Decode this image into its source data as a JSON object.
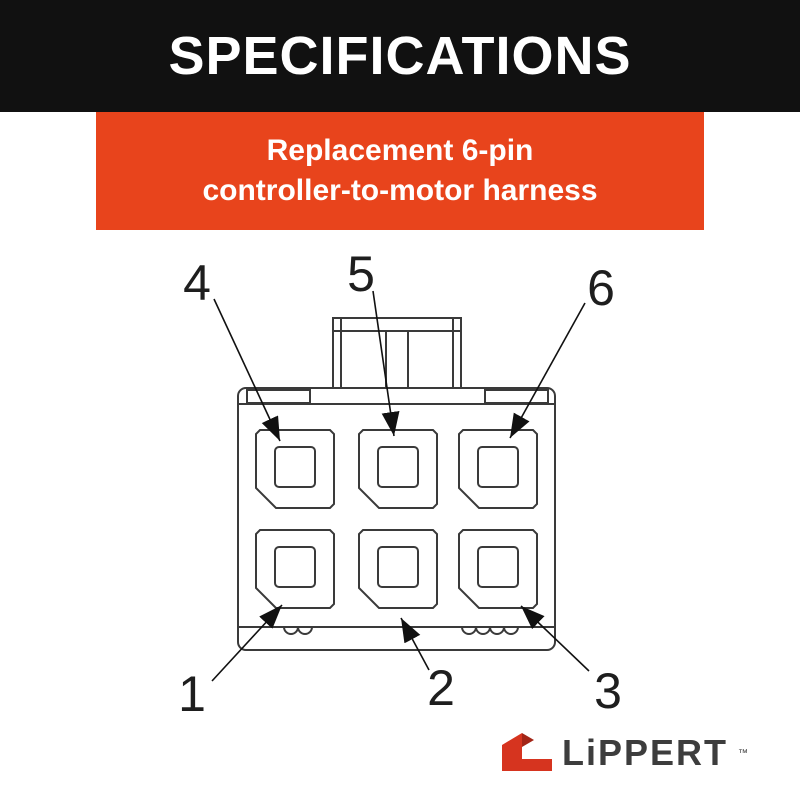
{
  "colors": {
    "header_bg": "#111111",
    "accent_orange": "#e8441c",
    "line_color": "#3a3a3a",
    "callout_text": "#1e1e1e",
    "logo_red": "#d6341f",
    "logo_red_dark": "#a32517",
    "logo_text": "#3d3d3d"
  },
  "header": {
    "title": "SPECIFICATIONS"
  },
  "banner": {
    "line1": "Replacement 6-pin",
    "line2": "controller-to-motor harness"
  },
  "diagram": {
    "description": "Front view line drawing of a 6-pin connector with numbered pin callouts",
    "callouts": [
      {
        "label": "4",
        "position": "top-left"
      },
      {
        "label": "5",
        "position": "top-center"
      },
      {
        "label": "6",
        "position": "top-right"
      },
      {
        "label": "1",
        "position": "bottom-left"
      },
      {
        "label": "2",
        "position": "bottom-center"
      },
      {
        "label": "3",
        "position": "bottom-right"
      }
    ]
  },
  "logo": {
    "brand": "LiPPERT",
    "trademark": "™"
  }
}
